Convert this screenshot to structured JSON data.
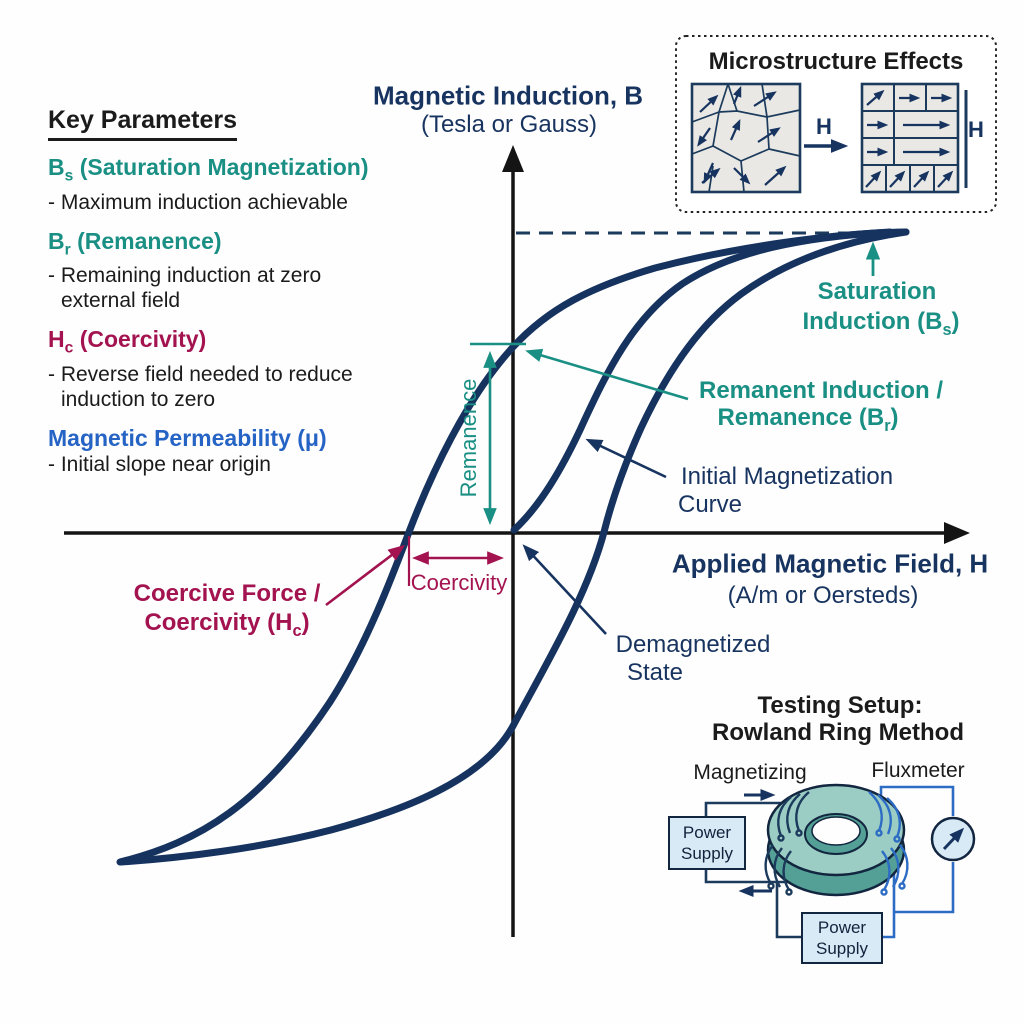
{
  "colors": {
    "navy": "#17335F",
    "teal": "#1A8F84",
    "crimson": "#A3134F",
    "blue": "#2563C5",
    "black": "#1B1B1B",
    "toroid_top": "#9CCDC4",
    "toroid_side": "#55A096",
    "box_fill": "#D7EAF6",
    "wire_blue": "#2D6CC4",
    "grain_fill": "#E9E8E4"
  },
  "key_parameters": {
    "title": "Key Parameters",
    "items": [
      {
        "term_pre": "B",
        "term_sub": "s",
        "term_post": " (Saturation Magnetization)",
        "desc": [
          "- Maximum induction achievable"
        ]
      },
      {
        "term_pre": "B",
        "term_sub": "r",
        "term_post": " (Remanence)",
        "desc": [
          "- Remaining induction at zero",
          "external field"
        ]
      },
      {
        "term_pre": "H",
        "term_sub": "c",
        "term_post": " (Coercivity)",
        "desc": [
          "- Reverse field needed to reduce",
          "induction to zero"
        ]
      },
      {
        "term_pre": "Magnetic Permeability (μ)",
        "term_sub": "",
        "term_post": "",
        "desc": [
          "- Initial slope near origin"
        ]
      }
    ]
  },
  "axes": {
    "y_title": "Magnetic Induction, B",
    "y_unit": "(Tesla or Gauss)",
    "x_title": "Applied Magnetic Field, H",
    "x_unit": "(A/m or Oersteds)"
  },
  "annotations": {
    "saturation_line1": "Saturation",
    "saturation_line2_pre": "Induction (B",
    "saturation_line2_sub": "s",
    "saturation_line2_post": ")",
    "remanent_line1": "Remanent Induction /",
    "remanent_line2_pre": "Remanence (B",
    "remanent_line2_sub": "r",
    "remanent_line2_post": ")",
    "initial_line1": "Initial Magnetization",
    "initial_line2": "Curve",
    "demag_line1": "Demagnetized",
    "demag_line2": "State",
    "coercive_line1": "Coercive Force /",
    "coercive_line2_pre": "Coercivity (H",
    "coercive_line2_sub": "c",
    "coercive_line2_post": ")",
    "remanence_measure": "Remanence",
    "coercivity_measure": "Coercivity"
  },
  "microstructure": {
    "title": "Microstructure Effects",
    "h_left": "H",
    "h_right": "H"
  },
  "testing_setup": {
    "title_line1": "Testing Setup:",
    "title_line2": "Rowland Ring Method",
    "magnetizing": "Magnetizing",
    "fluxmeter": "Fluxmeter",
    "ps_top": [
      "Power",
      "Supply"
    ],
    "ps_bottom": [
      "Power",
      "Supply"
    ]
  }
}
